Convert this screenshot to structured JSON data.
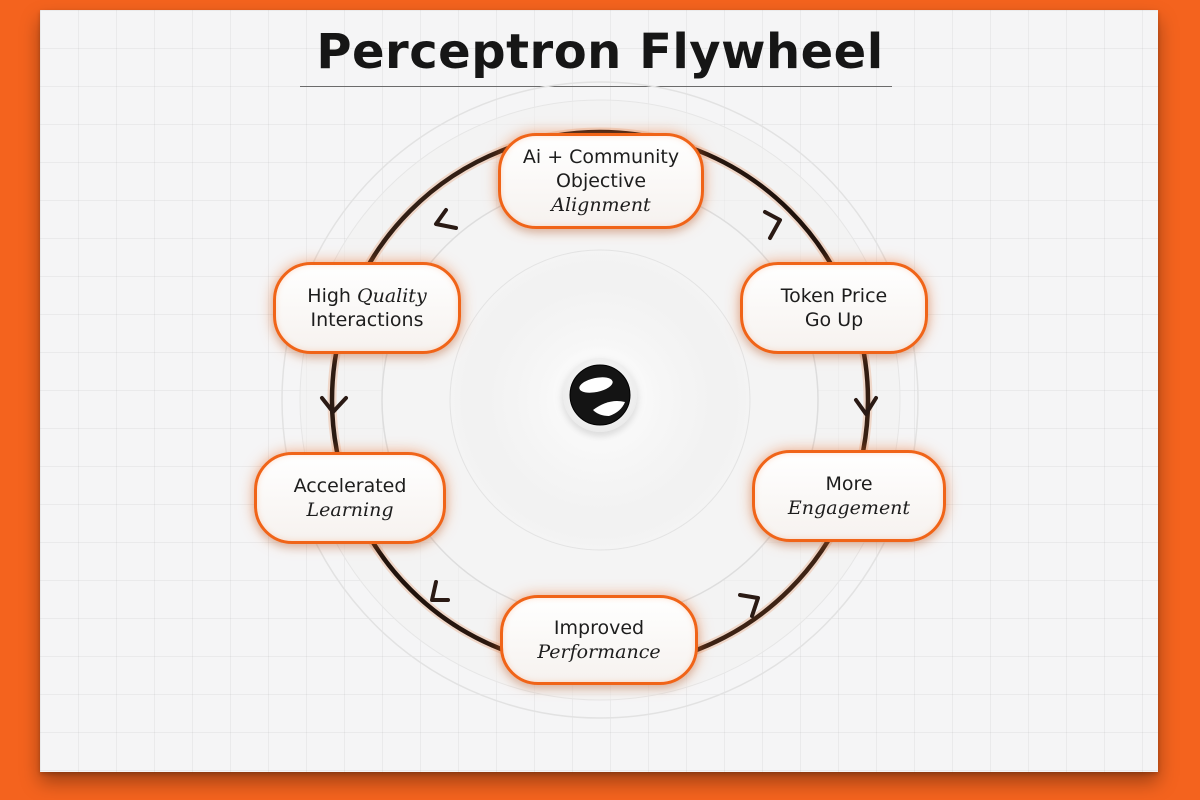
{
  "title": "Perceptron Flywheel",
  "nodes": {
    "alignment": {
      "line1": "Ai + Community",
      "line2": "Objective",
      "line3": "Alignment"
    },
    "token_price": {
      "line1": "Token Price",
      "line2": "Go Up"
    },
    "engagement": {
      "line1": "More",
      "line2": "Engagement"
    },
    "performance": {
      "line1": "Improved",
      "line2": "Performance"
    },
    "learning": {
      "line1": "Accelerated",
      "line2": "Learning"
    },
    "quality": {
      "line1a": "High ",
      "line1b": "Quality",
      "line2": "Interactions"
    }
  },
  "colors": {
    "accent": "#f06418",
    "background_border": "#f4631e",
    "arrow": "#2a1a14"
  },
  "icons": {
    "hub": "perceptron-logo-icon"
  }
}
